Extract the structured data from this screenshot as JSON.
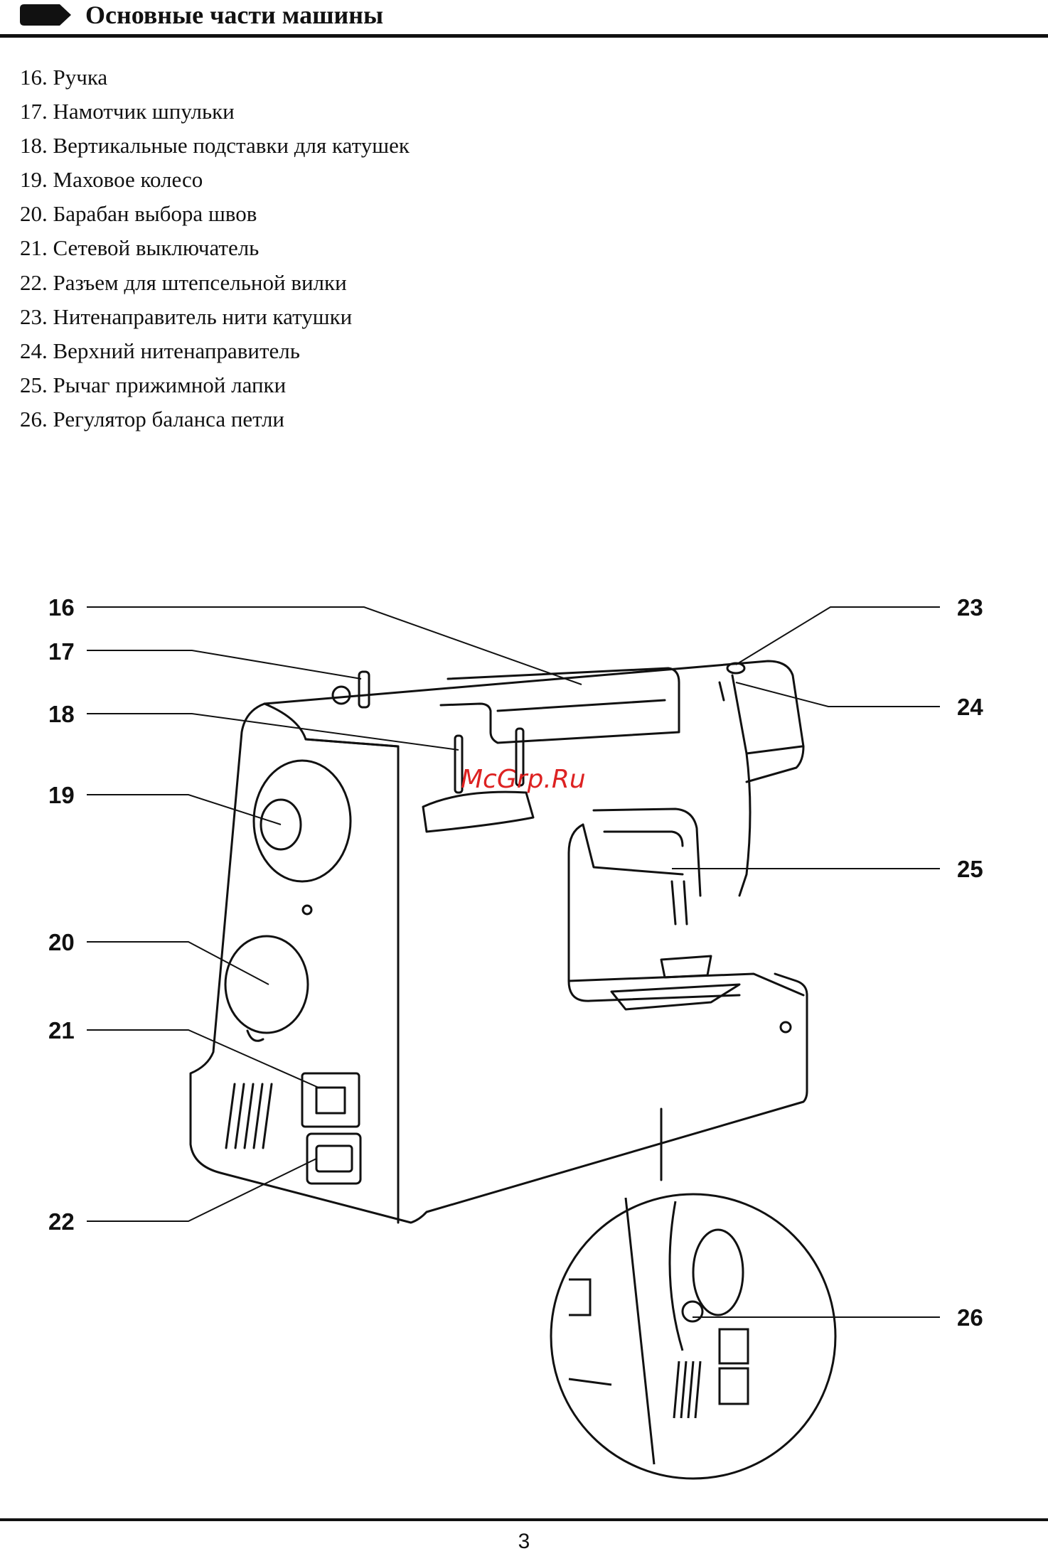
{
  "header": {
    "title": "Основные части машины"
  },
  "parts": [
    "16. Ручка",
    "17. Намотчик шпульки",
    "18. Вертикальные подставки для катушек",
    "19. Маховое колесо",
    "20. Барабан выбора швов",
    "21. Сетевой выключатель",
    "22. Разъем для штепсельной вилки",
    "23. Нитенаправитель нити катушки",
    "24. Верхний нитенаправитель",
    "25. Рычаг прижимной лапки",
    "26. Регулятор баланса петли"
  ],
  "callouts": {
    "c16": "16",
    "c17": "17",
    "c18": "18",
    "c19": "19",
    "c20": "20",
    "c21": "21",
    "c22": "22",
    "c23": "23",
    "c24": "24",
    "c25": "25",
    "c26": "26"
  },
  "watermark": "McGrp.Ru",
  "page_number": "3"
}
